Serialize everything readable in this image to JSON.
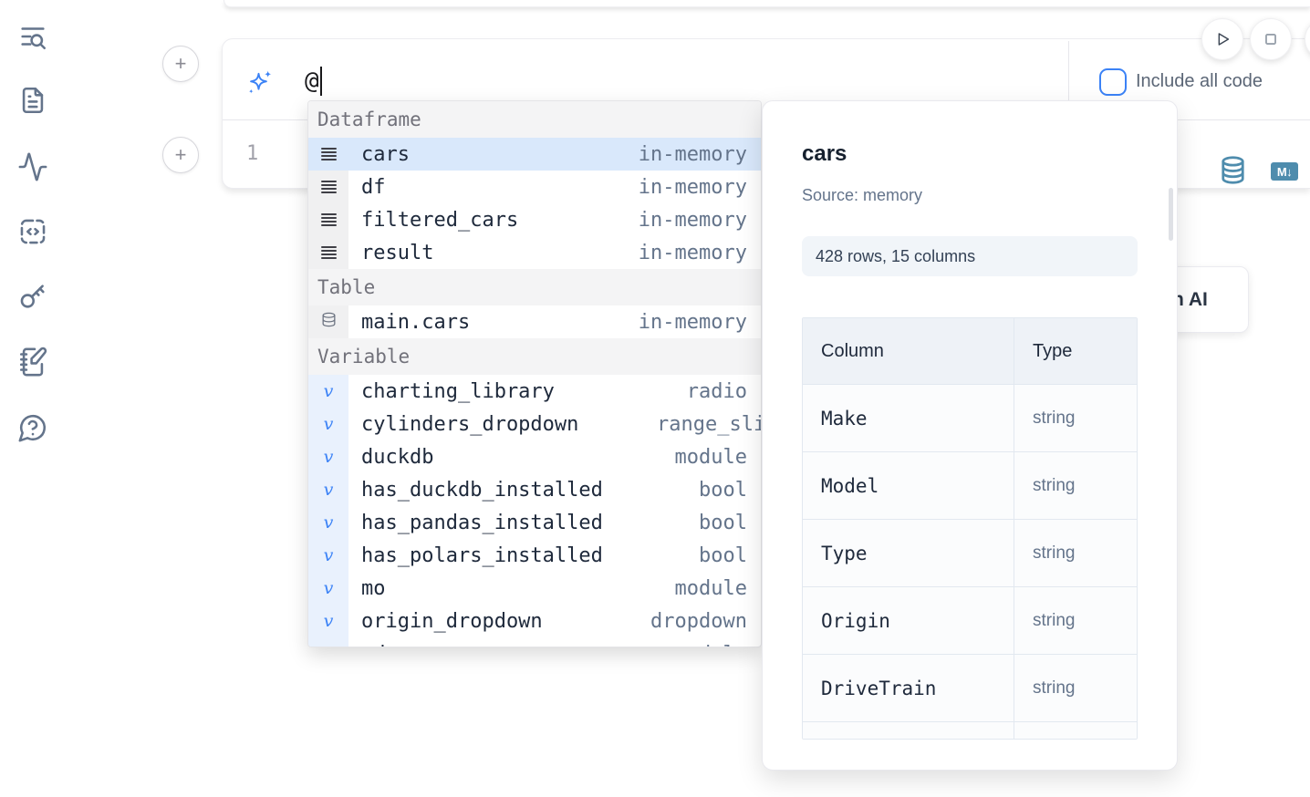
{
  "sidebar": {
    "items": [
      {
        "icon": "list-search-icon"
      },
      {
        "icon": "file-text-icon"
      },
      {
        "icon": "activity-icon"
      },
      {
        "icon": "code-square-icon"
      },
      {
        "icon": "key-icon"
      },
      {
        "icon": "notebook-pen-icon"
      },
      {
        "icon": "help-bubble-icon"
      }
    ]
  },
  "toolbar": {
    "include_all_code_label": "Include all code",
    "include_all_code_checked": false
  },
  "cell": {
    "prompt_value": "@",
    "line_number": "1",
    "markdown_badge": "M↓"
  },
  "ai_card": {
    "visible_label": "h AI"
  },
  "autocomplete": {
    "sections": [
      {
        "label": "Dataframe",
        "icon": "dataframe",
        "items": [
          {
            "name": "cars",
            "meta": "in-memory",
            "selected": true
          },
          {
            "name": "df",
            "meta": "in-memory"
          },
          {
            "name": "filtered_cars",
            "meta": "in-memory"
          },
          {
            "name": "result",
            "meta": "in-memory"
          }
        ]
      },
      {
        "label": "Table",
        "icon": "table",
        "items": [
          {
            "name": "main.cars",
            "meta": "in-memory"
          }
        ]
      },
      {
        "label": "Variable",
        "icon": "variable",
        "items": [
          {
            "name": "charting_library",
            "meta": "radio"
          },
          {
            "name": "cylinders_dropdown",
            "meta": "range_slider",
            "clipped": true
          },
          {
            "name": "duckdb",
            "meta": "module"
          },
          {
            "name": "has_duckdb_installed",
            "meta": "bool"
          },
          {
            "name": "has_pandas_installed",
            "meta": "bool"
          },
          {
            "name": "has_polars_installed",
            "meta": "bool"
          },
          {
            "name": "mo",
            "meta": "module"
          },
          {
            "name": "origin_dropdown",
            "meta": "dropdown"
          },
          {
            "name": "pd",
            "meta": "module",
            "partial": true
          }
        ]
      }
    ]
  },
  "preview": {
    "title": "cars",
    "source": "Source: memory",
    "shape": "428 rows, 15 columns",
    "table": {
      "headers": [
        "Column",
        "Type"
      ],
      "rows": [
        {
          "column": "Make",
          "type": "string"
        },
        {
          "column": "Model",
          "type": "string"
        },
        {
          "column": "Type",
          "type": "string"
        },
        {
          "column": "Origin",
          "type": "string"
        },
        {
          "column": "DriveTrain",
          "type": "string"
        },
        {
          "column": "",
          "type": "",
          "partial": true
        }
      ]
    }
  }
}
